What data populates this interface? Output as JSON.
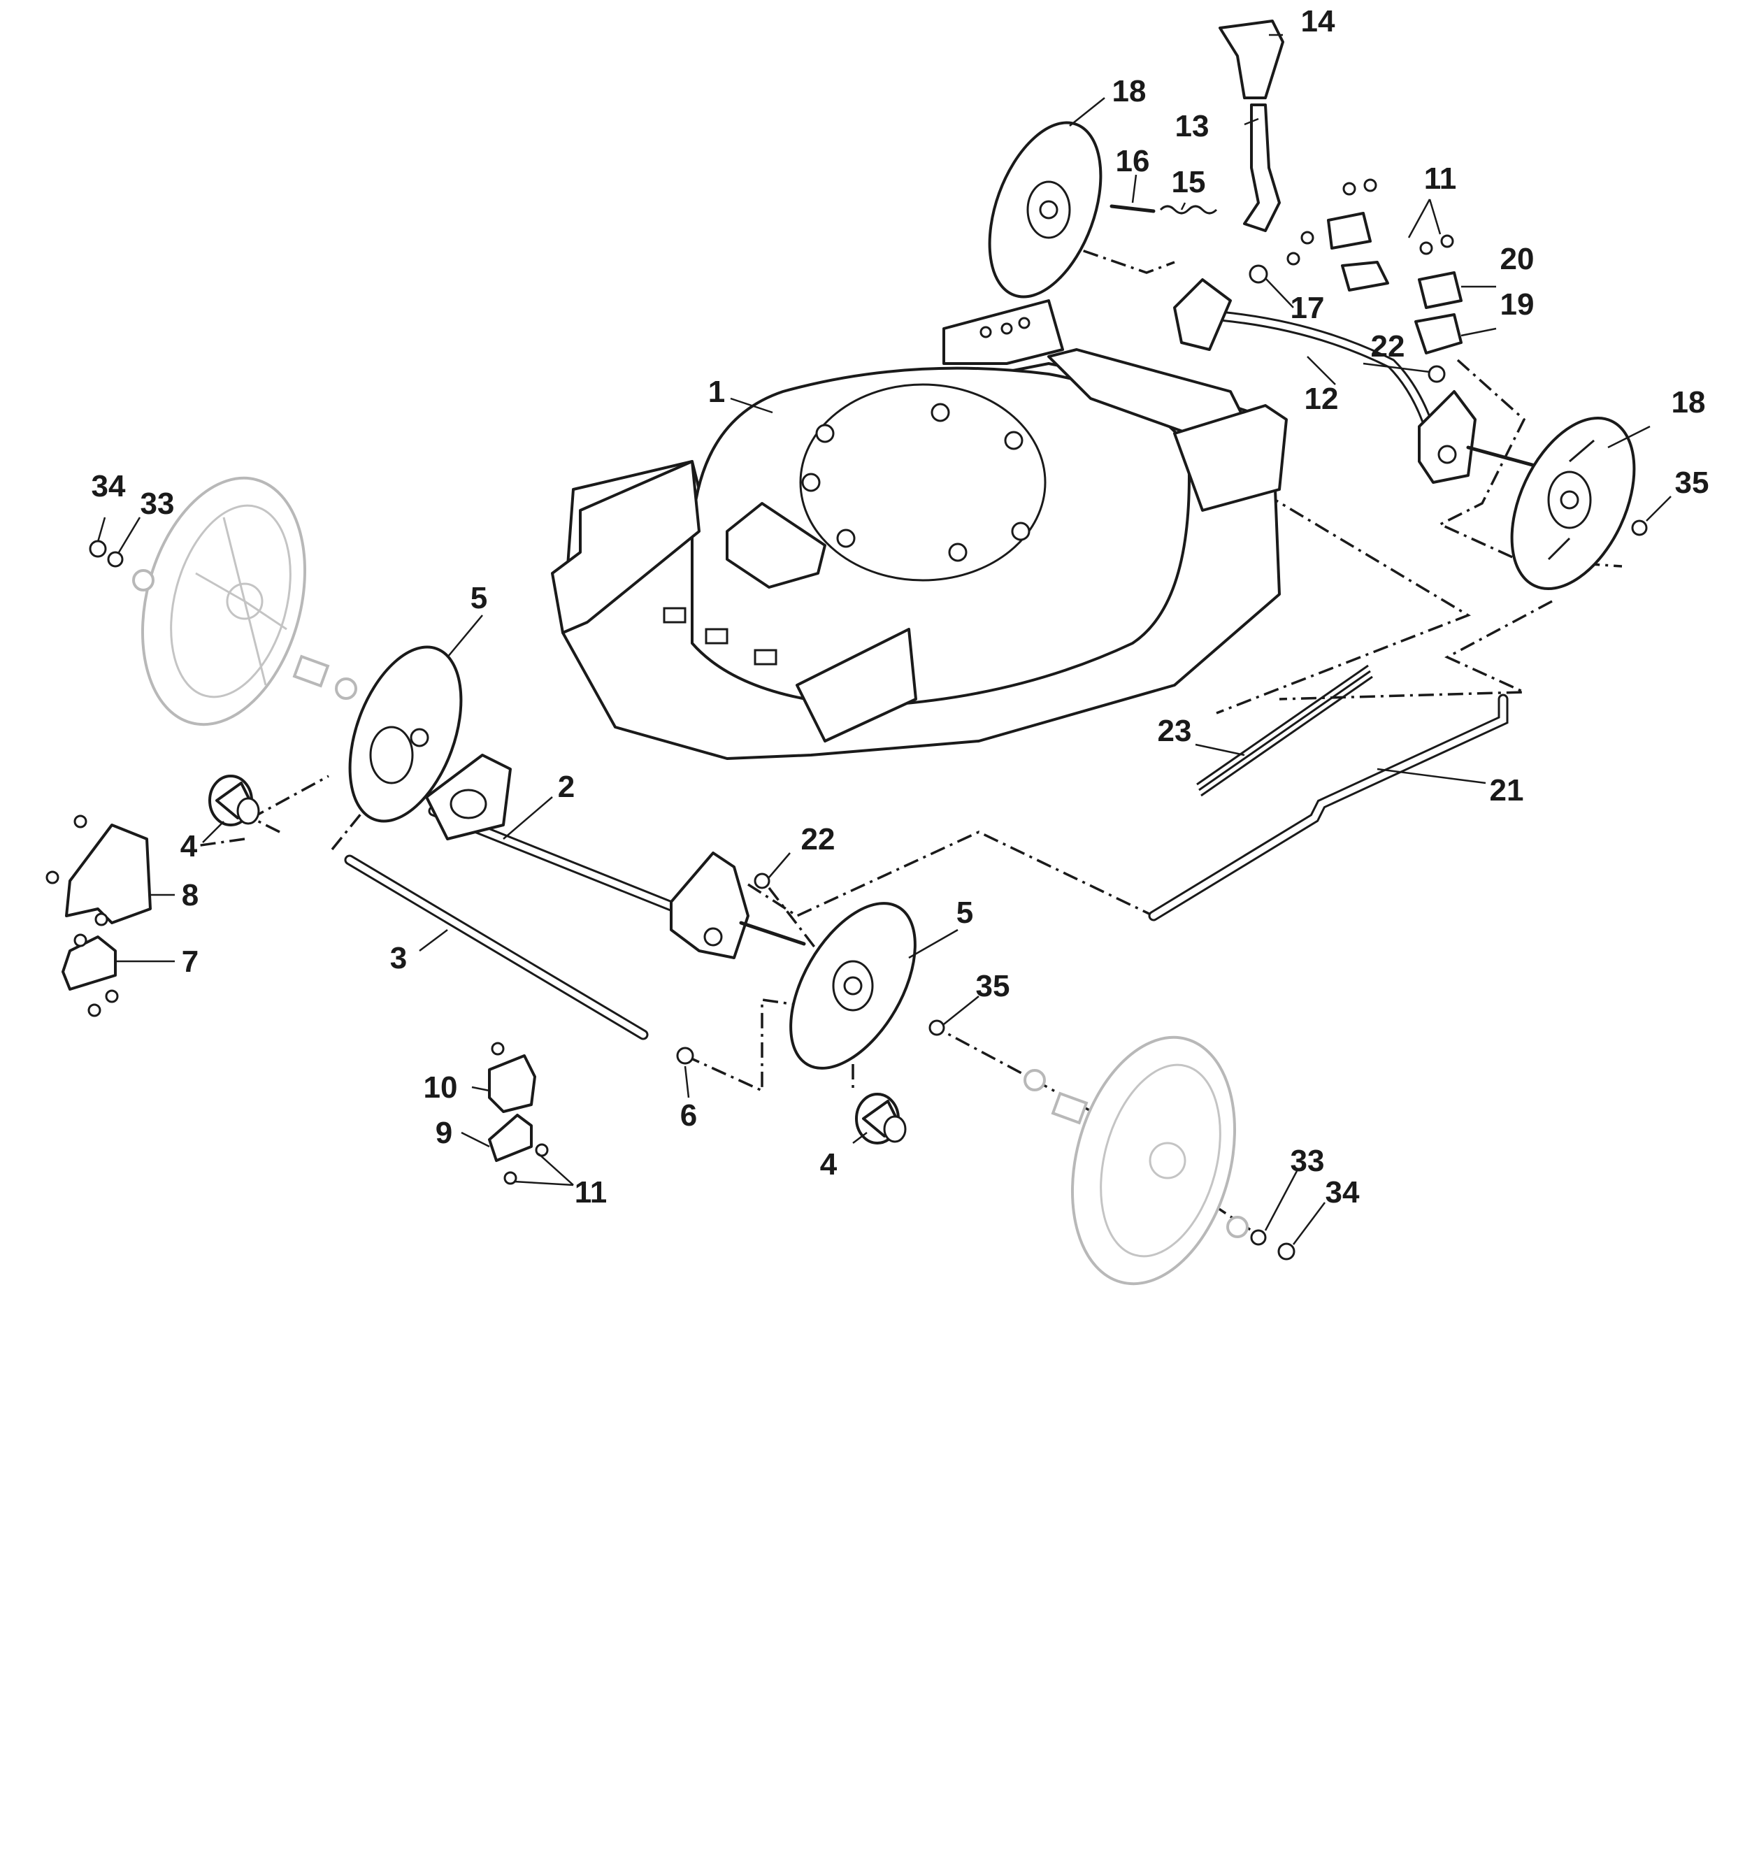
{
  "callouts": [
    {
      "id": "c1",
      "label": "1"
    },
    {
      "id": "c2",
      "label": "2"
    },
    {
      "id": "c3",
      "label": "3"
    },
    {
      "id": "c4a",
      "label": "4"
    },
    {
      "id": "c4b",
      "label": "4"
    },
    {
      "id": "c5a",
      "label": "5"
    },
    {
      "id": "c5b",
      "label": "5"
    },
    {
      "id": "c6",
      "label": "6"
    },
    {
      "id": "c7",
      "label": "7"
    },
    {
      "id": "c8",
      "label": "8"
    },
    {
      "id": "c9",
      "label": "9"
    },
    {
      "id": "c10",
      "label": "10"
    },
    {
      "id": "c11a",
      "label": "11"
    },
    {
      "id": "c11b",
      "label": "11"
    },
    {
      "id": "c12",
      "label": "12"
    },
    {
      "id": "c13",
      "label": "13"
    },
    {
      "id": "c14",
      "label": "14"
    },
    {
      "id": "c15",
      "label": "15"
    },
    {
      "id": "c16",
      "label": "16"
    },
    {
      "id": "c17",
      "label": "17"
    },
    {
      "id": "c18a",
      "label": "18"
    },
    {
      "id": "c18b",
      "label": "18"
    },
    {
      "id": "c19",
      "label": "19"
    },
    {
      "id": "c20",
      "label": "20"
    },
    {
      "id": "c21",
      "label": "21"
    },
    {
      "id": "c22a",
      "label": "22"
    },
    {
      "id": "c22b",
      "label": "22"
    },
    {
      "id": "c23",
      "label": "23"
    },
    {
      "id": "c33a",
      "label": "33"
    },
    {
      "id": "c33b",
      "label": "33"
    },
    {
      "id": "c34a",
      "label": "34"
    },
    {
      "id": "c34b",
      "label": "34"
    },
    {
      "id": "c35a",
      "label": "35"
    },
    {
      "id": "c35b",
      "label": "35"
    }
  ],
  "colors": {
    "line": "#1a1a1a",
    "ghost_line": "#b8b8b8",
    "background": "#ffffff"
  }
}
